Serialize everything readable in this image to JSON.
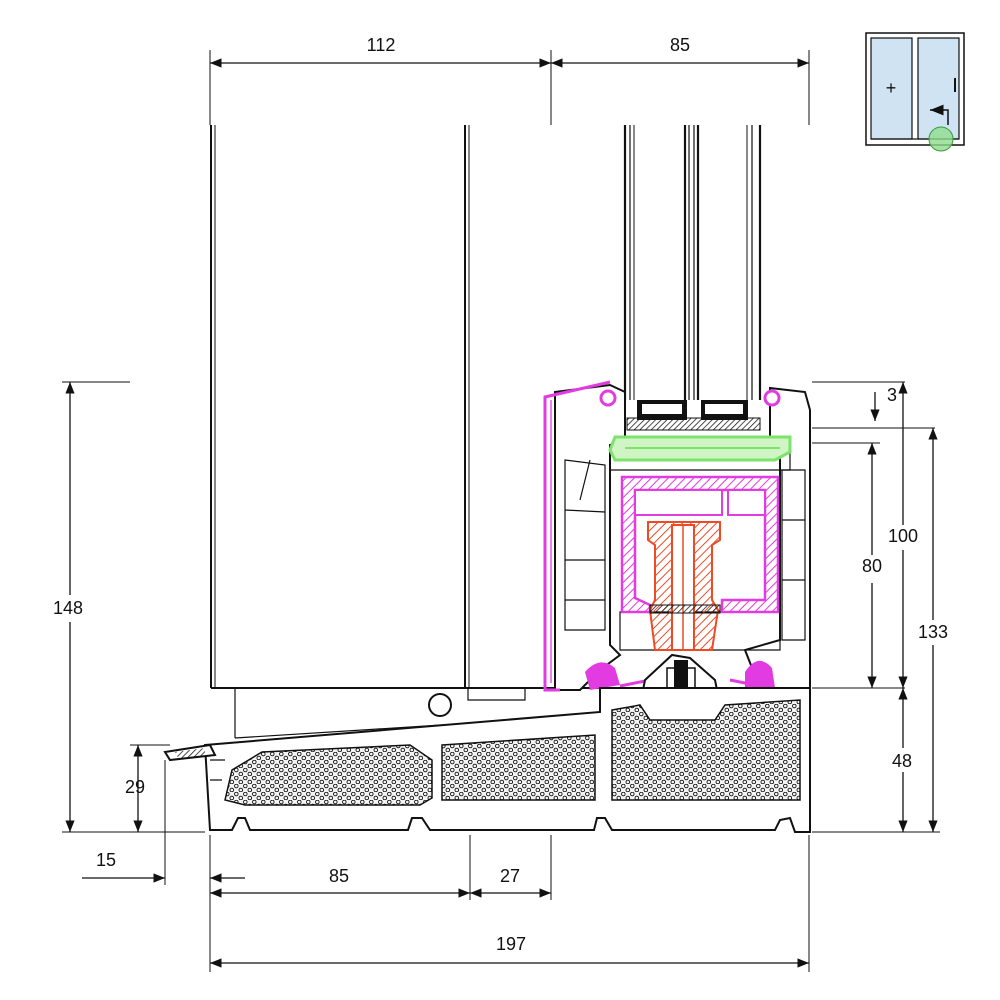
{
  "dimensions": {
    "top_left_width": "112",
    "top_right_width": "85",
    "gap_top": "3",
    "height_100": "100",
    "height_80": "80",
    "height_133": "133",
    "height_48": "48",
    "height_148": "148",
    "height_29": "29",
    "offset_15": "15",
    "bottom_85": "85",
    "bottom_27": "27",
    "total_197": "197"
  },
  "thumbnail": {
    "fixed_pane_symbol": "+"
  },
  "colors": {
    "line": "#111111",
    "gasket_magenta": "#e23be2",
    "reinforcement_red": "#ee4a24",
    "glazing_bead_green": "#7ee36a",
    "indicator_green": "#8fdc8f",
    "glass_blue": "#cfe3f2"
  },
  "icons": {
    "opening_direction": "arrow-left-up-icon"
  }
}
